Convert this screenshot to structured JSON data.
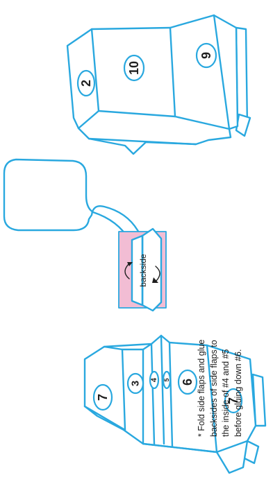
{
  "colors": {
    "outline": "#29a8df",
    "paper": "#ffffff",
    "glue_area": "#f2bdd4",
    "text": "#1e1e1e"
  },
  "top_box": {
    "labels": [
      "2",
      "10",
      "9"
    ]
  },
  "bottom_box": {
    "labels": [
      "7",
      "3",
      "4",
      "5",
      "6",
      "7"
    ]
  },
  "flap_detail": {
    "label": "backside"
  },
  "instruction": {
    "lines": [
      "* Fold side flaps and glue",
      "backsides of side flaps to",
      "the inside of #4 and #5",
      "before gluing down #6."
    ]
  }
}
